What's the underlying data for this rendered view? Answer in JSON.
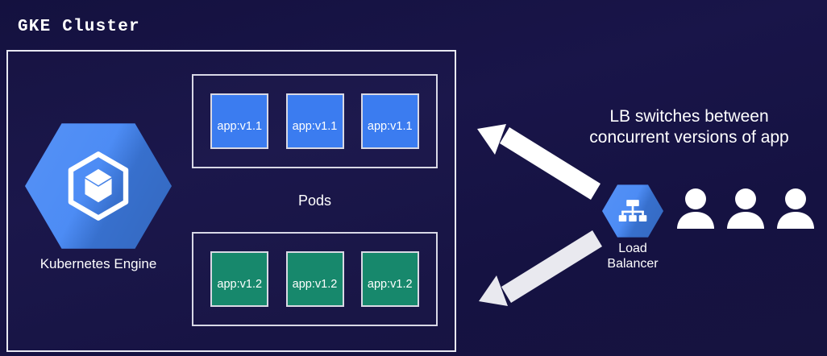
{
  "diagram": {
    "title": "GKE Cluster",
    "background_color": "#161344",
    "border_color": "#e8e8f2"
  },
  "cluster": {
    "engine": {
      "label": "Kubernetes Engine",
      "icon": "kubernetes-engine-hexagon-icon",
      "color": "#4285f4"
    },
    "pods_label": "Pods",
    "pod_groups": [
      {
        "version": "v1.1",
        "color": "#3b7cf0",
        "pods": [
          {
            "label": "app:v1.1"
          },
          {
            "label": "app:v1.1"
          },
          {
            "label": "app:v1.1"
          }
        ]
      },
      {
        "version": "v1.2",
        "color": "#17886c",
        "pods": [
          {
            "label": "app:v1.2"
          },
          {
            "label": "app:v1.2"
          },
          {
            "label": "app:v1.2"
          }
        ]
      }
    ]
  },
  "right_panel": {
    "caption_line1": "LB switches between",
    "caption_line2": "concurrent versions of app",
    "load_balancer": {
      "label_line1": "Load",
      "label_line2": "Balancer",
      "icon": "load-balancer-hexagon-icon",
      "color": "#4285f4"
    },
    "users": {
      "icon": "user-icon",
      "count": 3,
      "color": "#ffffff"
    },
    "arrows": [
      {
        "name": "arrow-to-v1-1",
        "direction": "up-left",
        "color": "#ffffff"
      },
      {
        "name": "arrow-to-v1-2",
        "direction": "down-left",
        "color": "#e9e9ef"
      }
    ]
  }
}
